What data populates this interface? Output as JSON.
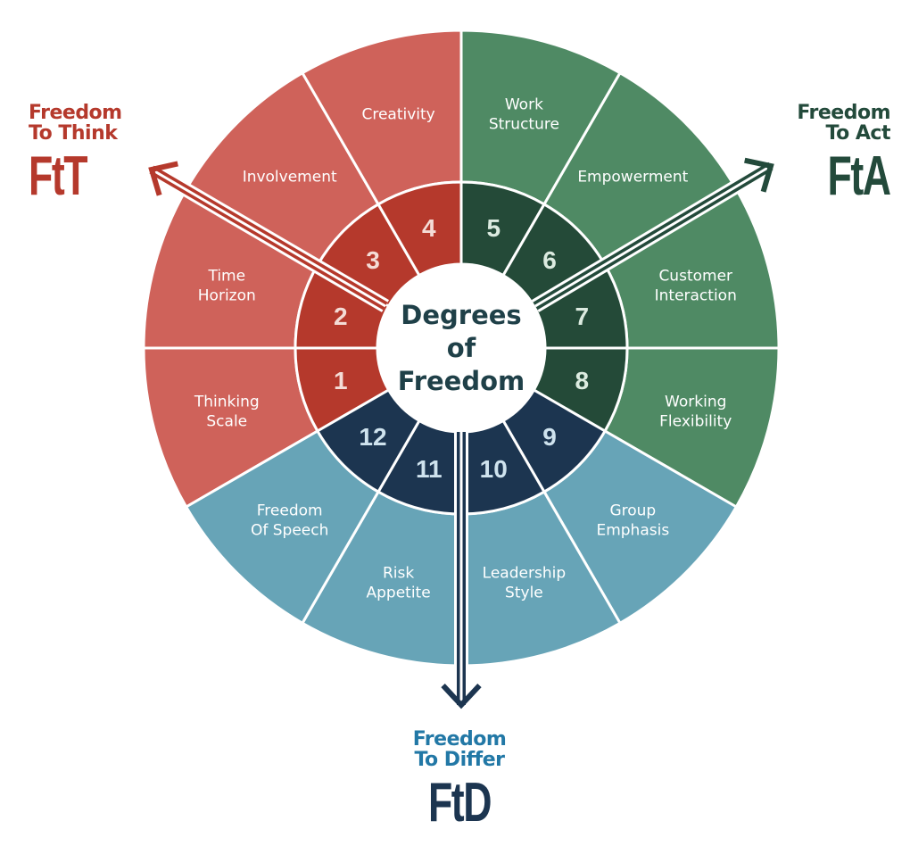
{
  "center": {
    "line1": "Degrees",
    "line2": "of",
    "line3": "Freedom"
  },
  "segments": [
    {
      "number": "1",
      "label": [
        "Thinking",
        "Scale"
      ],
      "group": "think"
    },
    {
      "number": "2",
      "label": [
        "Time",
        "Horizon"
      ],
      "group": "think"
    },
    {
      "number": "3",
      "label": [
        "Involvement"
      ],
      "group": "think"
    },
    {
      "number": "4",
      "label": [
        "Creativity"
      ],
      "group": "think"
    },
    {
      "number": "5",
      "label": [
        "Work",
        "Structure"
      ],
      "group": "act"
    },
    {
      "number": "6",
      "label": [
        "Empowerment"
      ],
      "group": "act"
    },
    {
      "number": "7",
      "label": [
        "Customer",
        "Interaction"
      ],
      "group": "act"
    },
    {
      "number": "8",
      "label": [
        "Working",
        "Flexibility"
      ],
      "group": "act"
    },
    {
      "number": "9",
      "label": [
        "Group",
        "Emphasis"
      ],
      "group": "differ"
    },
    {
      "number": "10",
      "label": [
        "Leadership",
        "Style"
      ],
      "group": "differ"
    },
    {
      "number": "11",
      "label": [
        "Risk",
        "Appetite"
      ],
      "group": "differ"
    },
    {
      "number": "12",
      "label": [
        "Freedom",
        "Of Speech"
      ],
      "group": "differ"
    }
  ],
  "groups": {
    "think": {
      "title": "Freedom To Think",
      "line1": "Freedom",
      "line2": "To Think",
      "abbr": "FtT",
      "outer": "#cf625a",
      "inner": "#b5392c",
      "num": "#f4dcd6",
      "arrow": "#b5392c"
    },
    "act": {
      "title": "Freedom To Act",
      "line1": "Freedom",
      "line2": "To Act",
      "abbr": "FtA",
      "outer": "#4f8a64",
      "inner": "#244a38",
      "num": "#dcebe0",
      "arrow": "#234a3b"
    },
    "differ": {
      "title": "Freedom To Differ",
      "line1": "Freedom",
      "line2": "To Differ",
      "abbr": "FtD",
      "outer": "#67a4b7",
      "inner": "#1c3550",
      "num": "#cfe3ee",
      "arrow": "#1c3550"
    }
  }
}
